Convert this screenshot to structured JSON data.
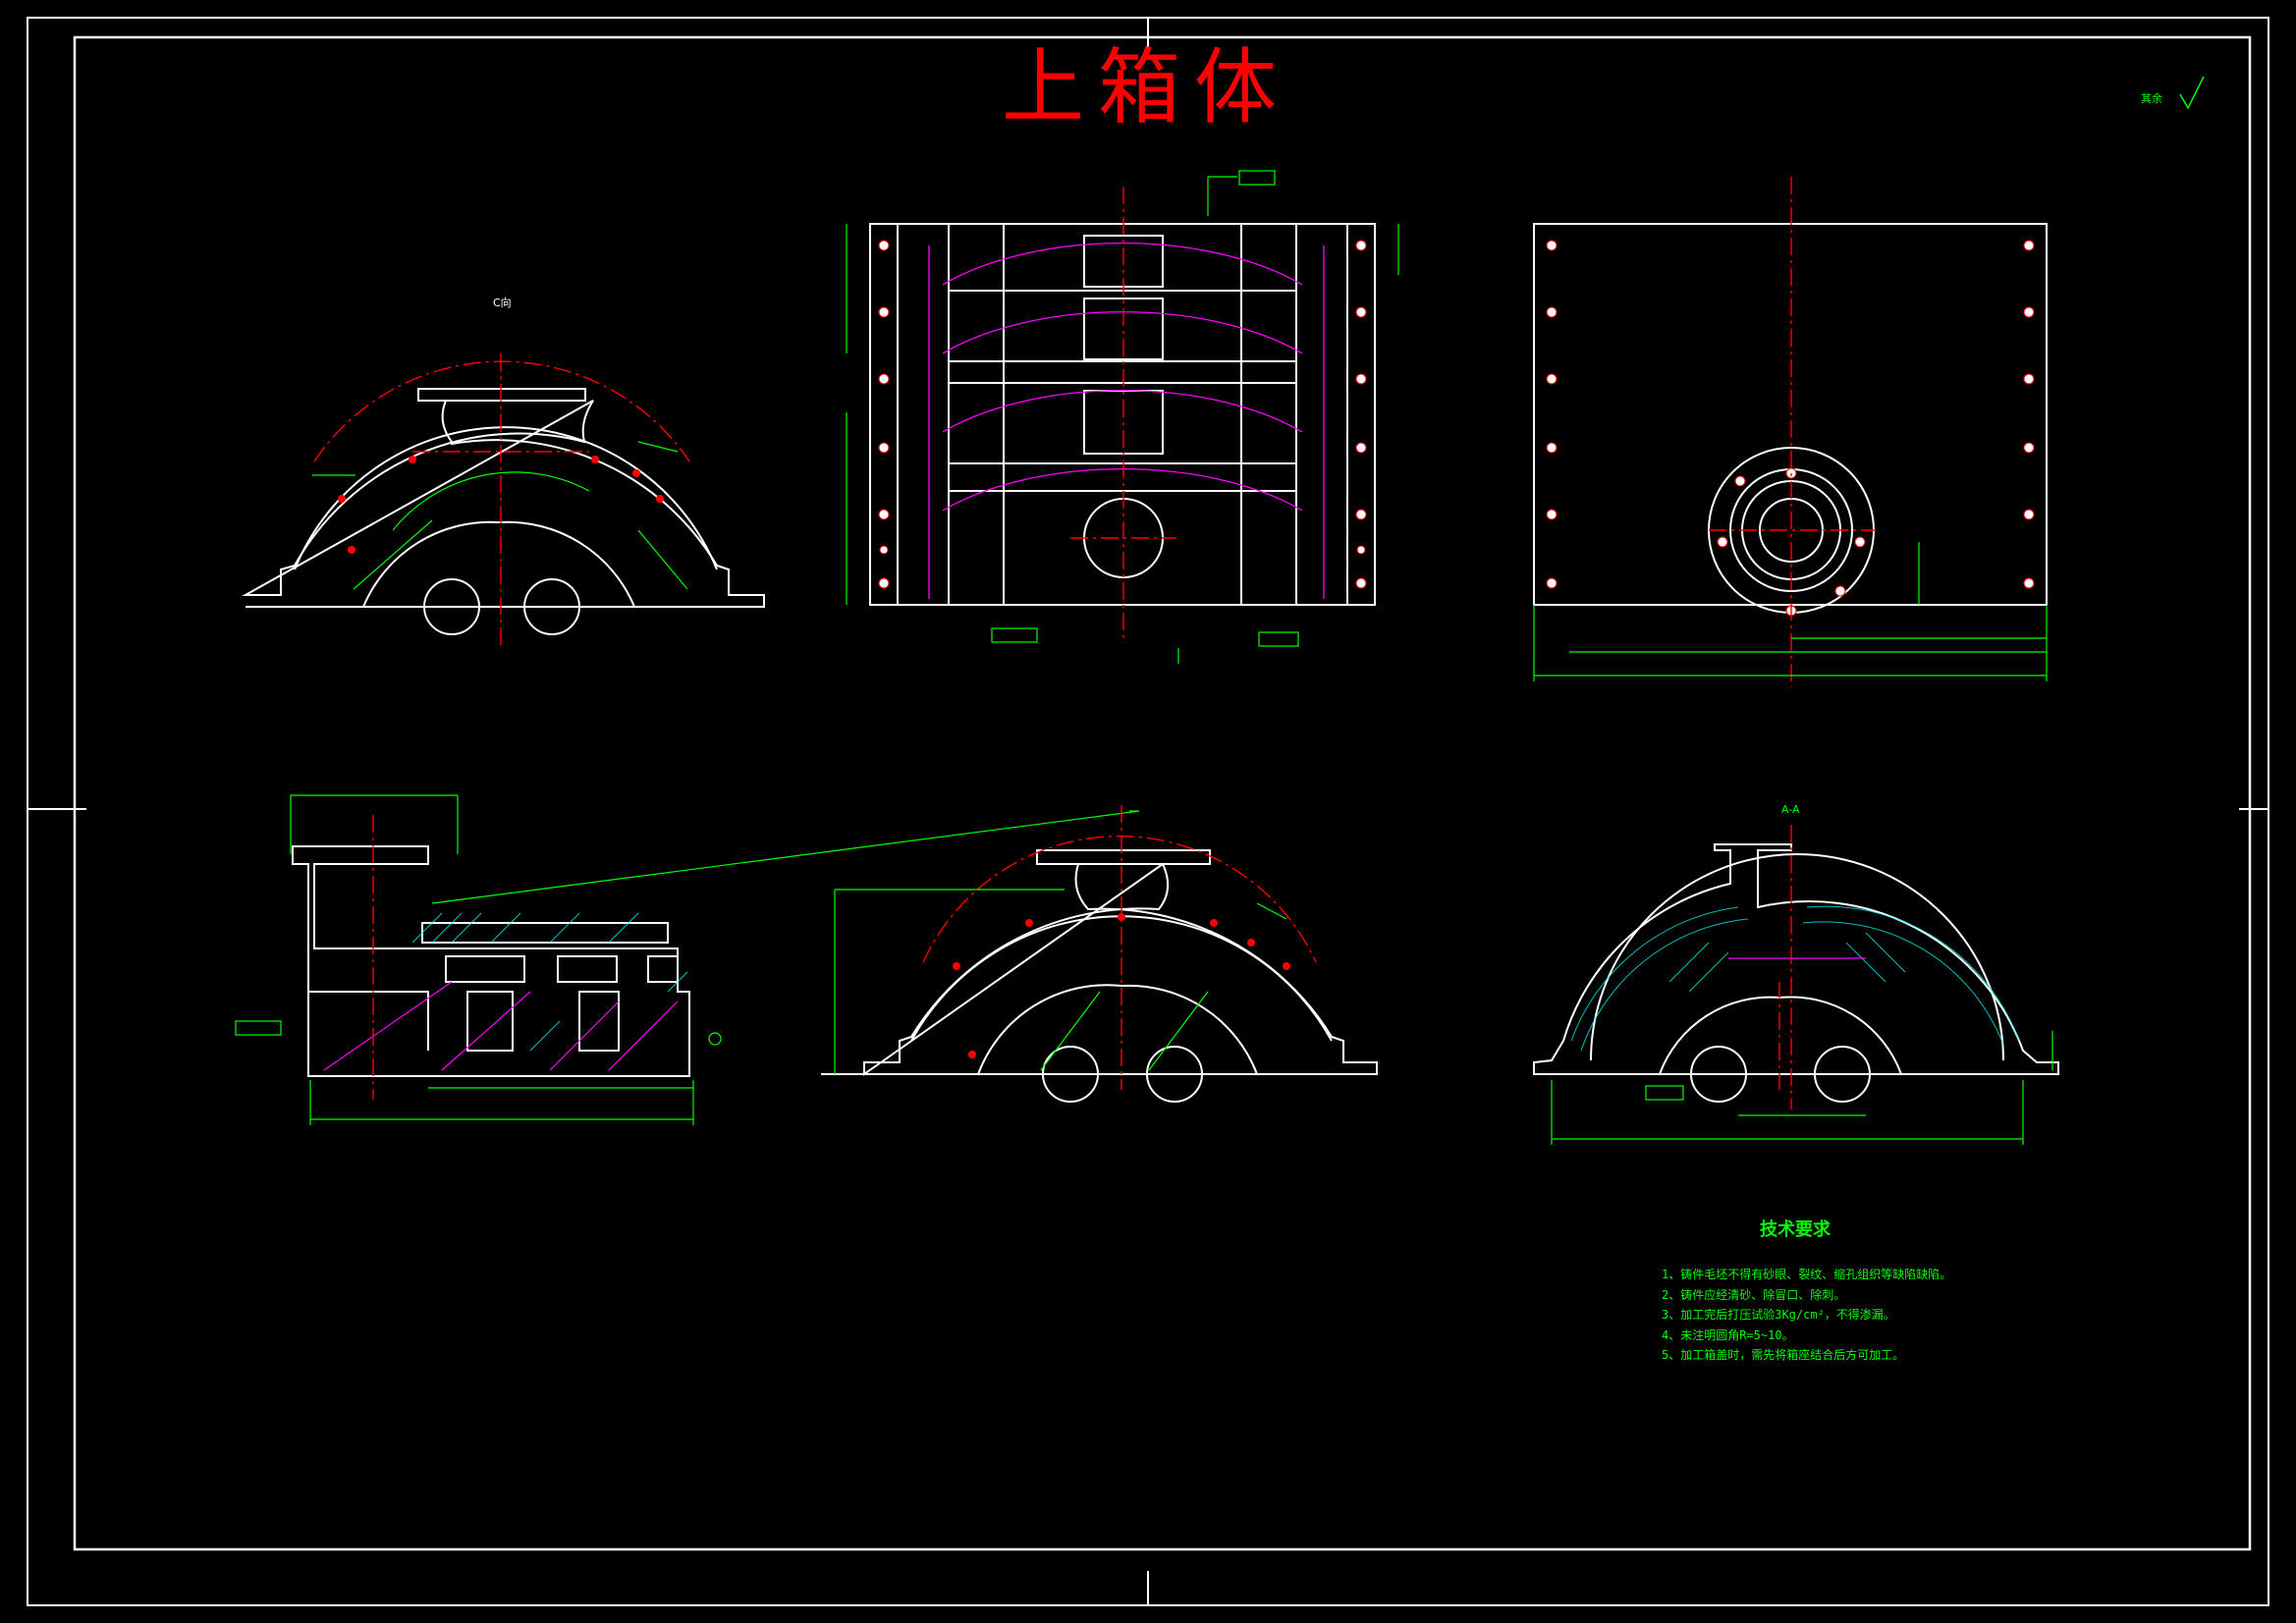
{
  "drawing": {
    "title": "上箱体",
    "roughness_note": "其余",
    "view_labels": {
      "c_view": "C向",
      "section_aa": "A-A"
    },
    "tech_requirements": {
      "heading": "技术要求",
      "items": [
        "1、铸件毛坯不得有砂眼、裂纹、缩孔组织等缺陷缺陷。",
        "2、铸件应经清砂、除冒口、除刺。",
        "3、加工完后打压试验3Kg/cm²，不得渗漏。",
        "4、未注明圆角R=5~10。",
        "5、加工箱盖时，需先将箱座结合后方可加工。"
      ]
    },
    "colors": {
      "background": "#000000",
      "outline": "#ffffff",
      "dimension": "#00ff00",
      "centerline": "#ff0000",
      "hidden": "#ff00ff",
      "title": "#ff0000",
      "hatch": "#00ffff",
      "annotation": "#ffff00"
    }
  }
}
